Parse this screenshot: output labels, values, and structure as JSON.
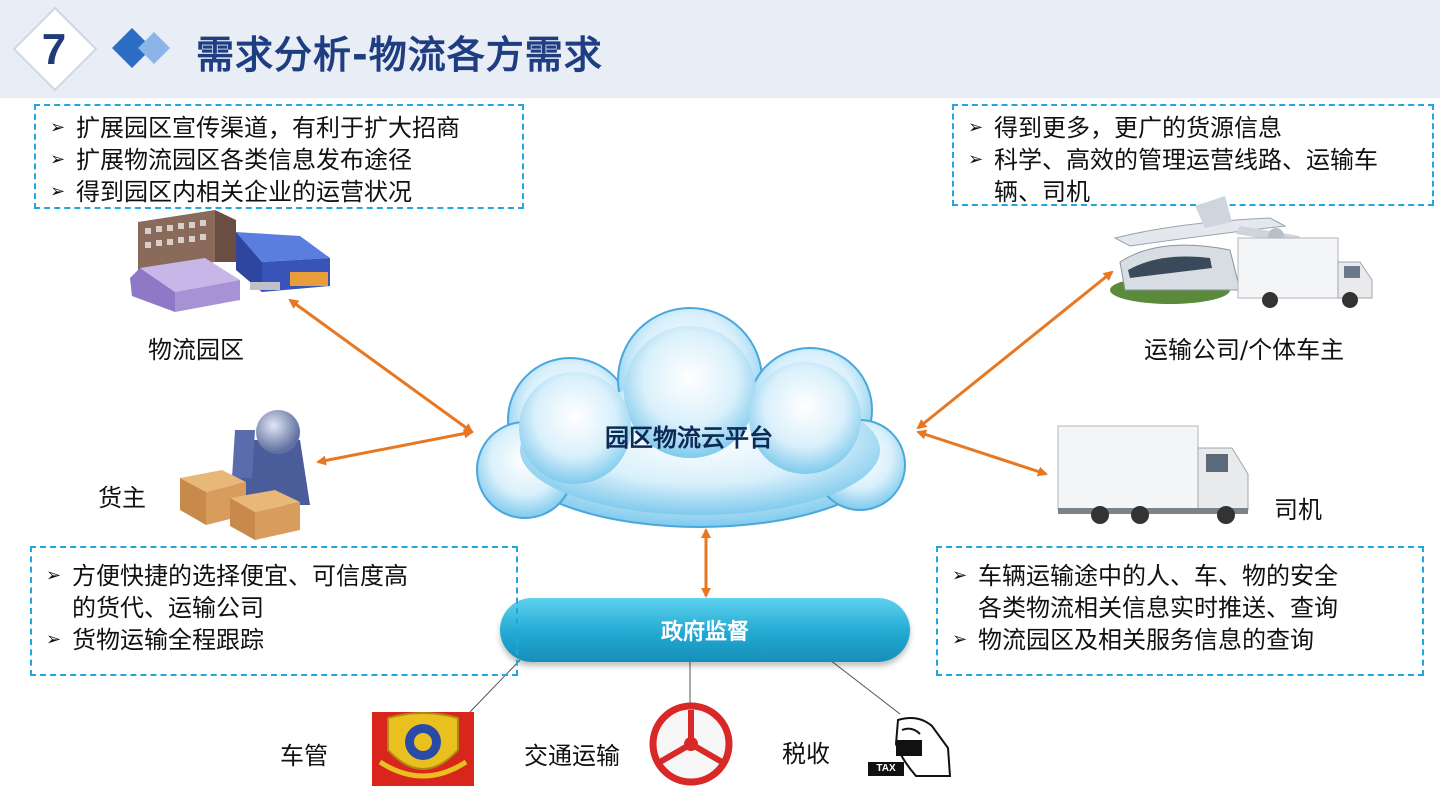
{
  "header": {
    "number": "7",
    "title": "需求分析-物流各方需求"
  },
  "center": {
    "cloud_label": "园区物流云平台",
    "gov_label": "政府监督"
  },
  "nodes": {
    "park": "物流园区",
    "shipper": "货主",
    "transport_company": "运输公司/个体车主",
    "driver": "司机",
    "vehicle_admin": "车管",
    "traffic": "交通运输",
    "tax": "税收"
  },
  "notes": {
    "park": [
      "扩展园区宣传渠道，有利于扩大招商",
      "扩展物流园区各类信息发布途径",
      "得到园区内相关企业的运营状况"
    ],
    "transport": [
      "得到更多，更广的货源信息",
      "科学、高效的管理运营线路、运输车",
      "辆、司机"
    ],
    "shipper": [
      "方便快捷的选择便宜、可信度高",
      "的货代、运输公司",
      "货物运输全程跟踪"
    ],
    "driver": [
      "车辆运输途中的人、车、物的安全",
      "各类物流相关信息实时推送、查询",
      "物流园区及相关服务信息的查询"
    ]
  },
  "icons": {
    "tax_stamp_text": "TAX"
  },
  "colors": {
    "arrow": "#e87722",
    "dashed_border": "#22a6dc",
    "title": "#1f3e82"
  }
}
